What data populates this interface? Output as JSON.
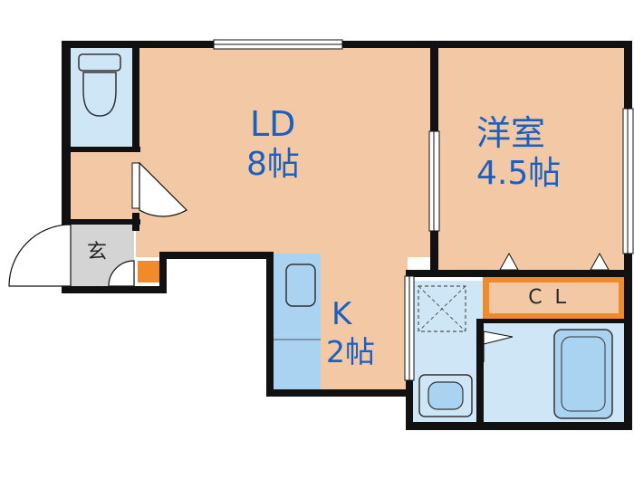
{
  "rooms": {
    "ld": {
      "name": "LD",
      "size": "8帖"
    },
    "western": {
      "name": "洋室",
      "size": "4.5帖"
    },
    "kitchen": {
      "name": "K",
      "size": "2帖"
    },
    "closet": {
      "name": "ＣＬ"
    },
    "entrance": {
      "name": "玄"
    }
  },
  "colors": {
    "floor": "#f2c9a4",
    "wet": "#cfe6f7",
    "fixture": "#a9d3f0",
    "entrance": "#d4d4d4",
    "wall": "#111111",
    "accent": "#f08a2a",
    "label": "#1a5fc2"
  }
}
